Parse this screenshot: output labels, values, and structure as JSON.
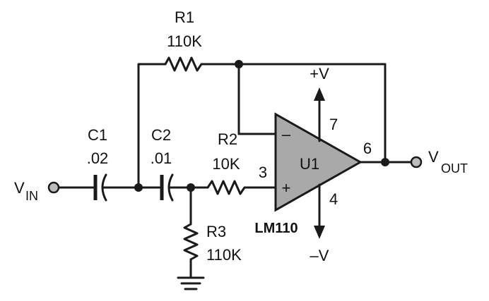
{
  "components": {
    "r1": {
      "ref": "R1",
      "value": "110K"
    },
    "r2": {
      "ref": "R2",
      "value": "10K"
    },
    "r3": {
      "ref": "R3",
      "value": "110K"
    },
    "c1": {
      "ref": "C1",
      "value": ".02"
    },
    "c2": {
      "ref": "C2",
      "value": ".01"
    },
    "u1": {
      "ref": "U1",
      "part": "LM110"
    }
  },
  "pins": {
    "in_plus": "3",
    "vplus": "7",
    "out": "6",
    "vminus": "4"
  },
  "signs": {
    "inverting": "–",
    "noninverting": "+"
  },
  "supplies": {
    "positive": "+V",
    "negative": "–V"
  },
  "terminals": {
    "vin_main": "V",
    "vin_sub": "IN",
    "vout_main": "V",
    "vout_sub": "OUT"
  }
}
